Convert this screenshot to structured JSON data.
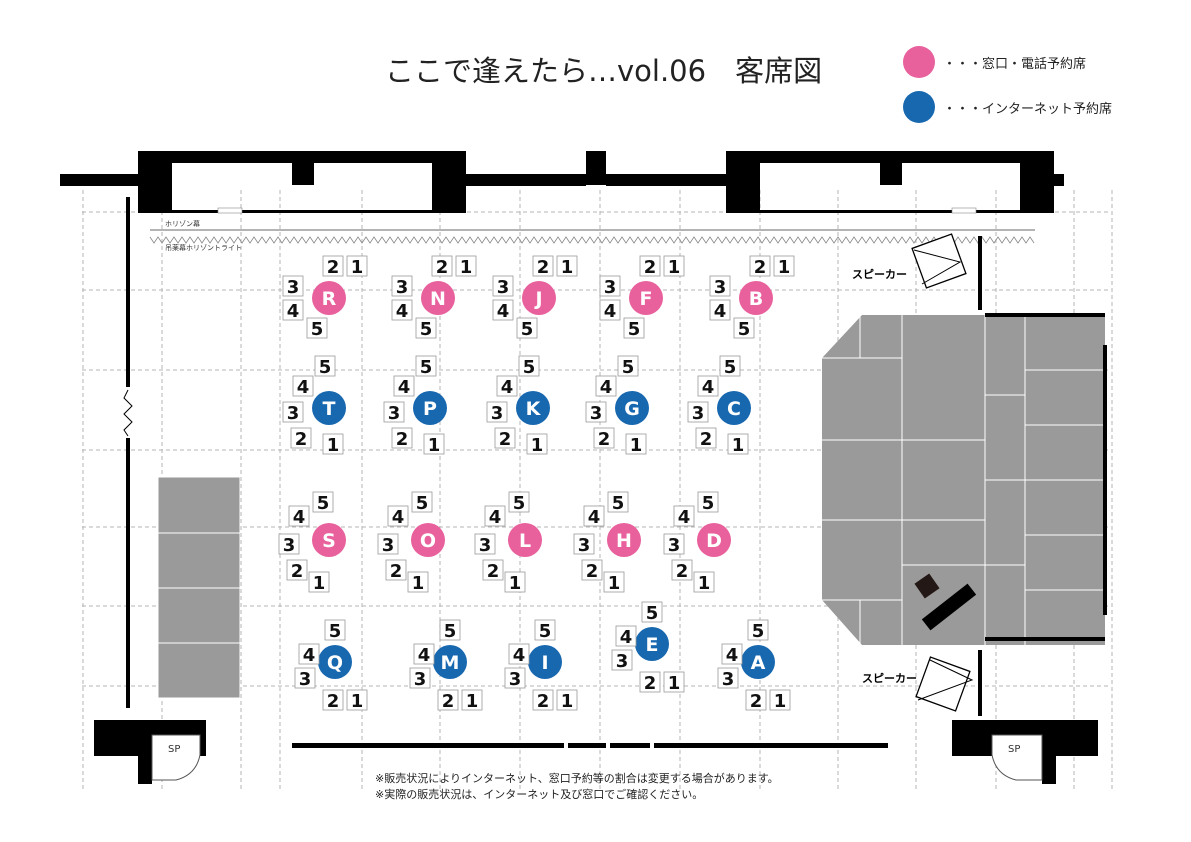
{
  "header": {
    "title": "ここで逢えたら…vol.06　客席図"
  },
  "legend": [
    {
      "label": "・・・窓口・電話予約席",
      "color": "#e8609c"
    },
    {
      "label": "・・・インターネット予約席",
      "color": "#1868b0"
    }
  ],
  "stage_labels": {
    "horizon_curtain": "ホリゾン幕",
    "horizon_light": "吊薬幕ホリゾントライト",
    "speaker_top": "スピーカー",
    "speaker_bottom": "スピーカー",
    "sp_left": "SP",
    "sp_right": "SP"
  },
  "colors": {
    "pink": "#e8609c",
    "blue": "#1868b0",
    "wall": "#000000",
    "stage_fill": "#9a9a9a",
    "grid": "#b0b0b0"
  },
  "tables": [
    {
      "id": "R",
      "color": "pink",
      "seats": [
        "1",
        "2",
        "3",
        "4",
        "5"
      ]
    },
    {
      "id": "N",
      "color": "pink",
      "seats": [
        "1",
        "2",
        "3",
        "4",
        "5"
      ]
    },
    {
      "id": "J",
      "color": "pink",
      "seats": [
        "1",
        "2",
        "3",
        "4",
        "5"
      ]
    },
    {
      "id": "F",
      "color": "pink",
      "seats": [
        "1",
        "2",
        "3",
        "4",
        "5"
      ]
    },
    {
      "id": "B",
      "color": "pink",
      "seats": [
        "1",
        "2",
        "3",
        "4",
        "5"
      ]
    },
    {
      "id": "T",
      "color": "blue",
      "seats": [
        "1",
        "2",
        "3",
        "4",
        "5"
      ]
    },
    {
      "id": "P",
      "color": "blue",
      "seats": [
        "1",
        "2",
        "3",
        "4",
        "5"
      ]
    },
    {
      "id": "K",
      "color": "blue",
      "seats": [
        "1",
        "2",
        "3",
        "4",
        "5"
      ]
    },
    {
      "id": "G",
      "color": "blue",
      "seats": [
        "1",
        "2",
        "3",
        "4",
        "5"
      ]
    },
    {
      "id": "C",
      "color": "blue",
      "seats": [
        "1",
        "2",
        "3",
        "4",
        "5"
      ]
    },
    {
      "id": "S",
      "color": "pink",
      "seats": [
        "1",
        "2",
        "3",
        "4",
        "5"
      ]
    },
    {
      "id": "O",
      "color": "pink",
      "seats": [
        "1",
        "2",
        "3",
        "4",
        "5"
      ]
    },
    {
      "id": "L",
      "color": "pink",
      "seats": [
        "1",
        "2",
        "3",
        "4",
        "5"
      ]
    },
    {
      "id": "H",
      "color": "pink",
      "seats": [
        "1",
        "2",
        "3",
        "4",
        "5"
      ]
    },
    {
      "id": "D",
      "color": "pink",
      "seats": [
        "1",
        "2",
        "3",
        "4",
        "5"
      ]
    },
    {
      "id": "Q",
      "color": "blue",
      "seats": [
        "1",
        "2",
        "3",
        "4",
        "5"
      ]
    },
    {
      "id": "M",
      "color": "blue",
      "seats": [
        "1",
        "2",
        "3",
        "4",
        "5"
      ]
    },
    {
      "id": "I",
      "color": "blue",
      "seats": [
        "1",
        "2",
        "3",
        "4",
        "5"
      ]
    },
    {
      "id": "E",
      "color": "blue",
      "seats": [
        "1",
        "2",
        "3",
        "4",
        "5"
      ]
    },
    {
      "id": "A",
      "color": "blue",
      "seats": [
        "1",
        "2",
        "3",
        "4",
        "5"
      ]
    }
  ],
  "notes": [
    "※販売状況によりインターネット、窓口予約等の割合は変更する場合があります。",
    "※実際の販売状況は、インターネット及び窓口でご確認ください。"
  ]
}
